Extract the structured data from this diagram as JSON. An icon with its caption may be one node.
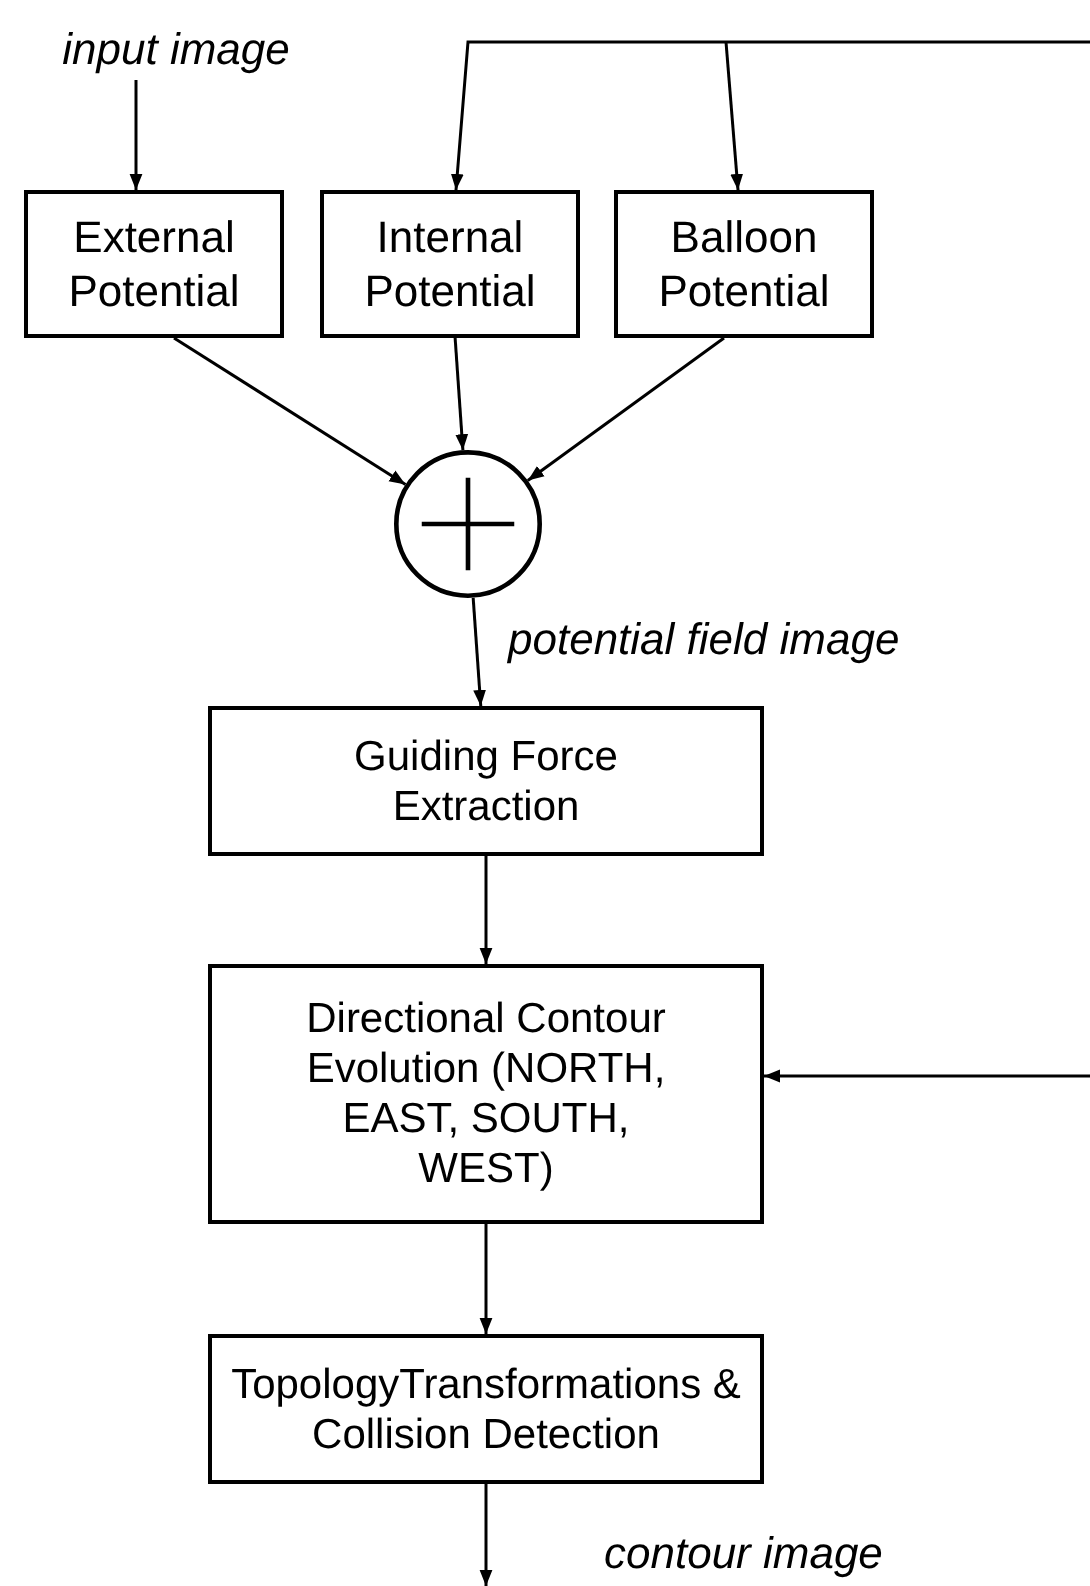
{
  "diagram": {
    "nodes": [
      {
        "text": [
          "input image"
        ]
      },
      {
        "text": [
          "External Potential"
        ]
      },
      {
        "text": [
          "Internal Potential"
        ]
      },
      {
        "text": [
          "Balloon Potential"
        ]
      },
      {
        "text": [],
        "shape": "circle"
      },
      {
        "text": [
          "Guiding Force Extraction"
        ]
      },
      {
        "text": [
          "Directional Contour Evolution (NORTH, EAST, SOUTH, WEST)"
        ]
      },
      {
        "text": [
          "TopologyTransformations & Collision Detection"
        ]
      }
    ],
    "edges": [
      {
        "from": 0,
        "to": 1,
        "arrow": "to"
      },
      {
        "from": null,
        "to": 2,
        "arrow": "to"
      },
      {
        "from": null,
        "to": 3,
        "arrow": "to"
      },
      {
        "from": 1,
        "to": 4,
        "arrow": "to"
      },
      {
        "from": 2,
        "to": 4,
        "arrow": "to"
      },
      {
        "from": 3,
        "to": 4,
        "arrow": "to"
      },
      {
        "from": 4,
        "to": 5,
        "arrow": "to",
        "label": "potential field image"
      },
      {
        "from": 5,
        "to": 6,
        "arrow": "to"
      },
      {
        "from": null,
        "to": 6,
        "arrow": "to"
      },
      {
        "from": 6,
        "to": 7,
        "arrow": "to"
      },
      {
        "from": 7,
        "to": null,
        "arrow": "to",
        "label": "contour image"
      }
    ]
  }
}
